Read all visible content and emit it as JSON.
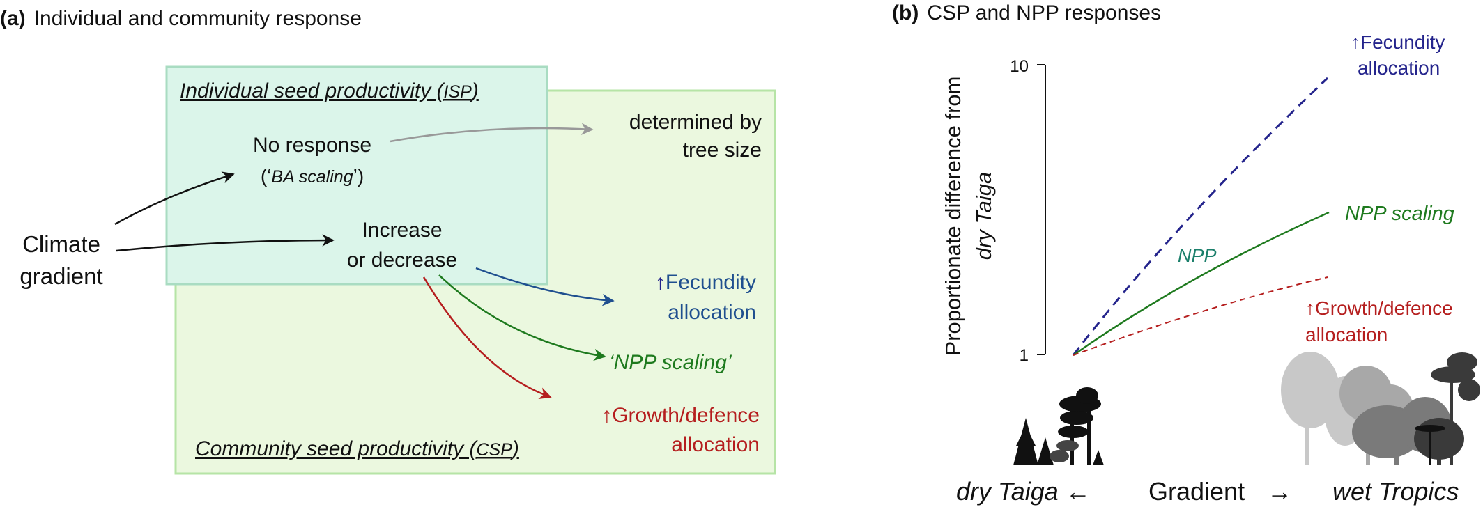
{
  "panel_a": {
    "letter": "(a)",
    "title": "Individual and community response",
    "isp_title": "Individual seed productivity (",
    "isp_abbr": "ISP",
    "isp_close": ")",
    "csp_title": "Community seed productivity (",
    "csp_abbr": "CSP",
    "csp_close": ")",
    "climate_line1": "Climate",
    "climate_line2": "gradient",
    "no_response": "No response",
    "ba_open": "(‘",
    "ba_scaling": "BA scaling",
    "ba_close": "’)",
    "increase_line1": "Increase",
    "increase_line2": "or decrease",
    "determined_line1": "determined by",
    "determined_line2": "tree size",
    "fec_arrow": "↑",
    "fec_line1": "Fecundity",
    "fec_line2": "allocation",
    "npp_label": "‘NPP scaling’",
    "growth_arrow": "↑",
    "growth_line1": "Growth/defence",
    "growth_line2": "allocation"
  },
  "panel_b": {
    "letter": "(b)",
    "title": "CSP and NPP responses",
    "ylabel_line1": "Proportionate difference from",
    "ylabel_line2": "dry Taiga",
    "tick_10": "10",
    "tick_1": "1",
    "fec_arrow": "↑",
    "fec_line1": "Fecundity",
    "fec_line2": "allocation",
    "npp_scaling": "NPP scaling",
    "npp_curve_label": "NPP",
    "growth_arrow": "↑",
    "growth_line1": "Growth/defence",
    "growth_line2": "allocation",
    "x_left": "dry Taiga ←",
    "x_mid": "Gradient",
    "x_arrow": "→",
    "x_right": "wet Tropics"
  },
  "colors": {
    "isp_fill": "#dbf5ea",
    "isp_border": "#a9dcc2",
    "csp_fill": "#ebf8df",
    "csp_border": "#b6e4a6",
    "blue": "#1f4f8f",
    "navy": "#24248c",
    "green": "#1e7a1e",
    "red": "#b51e1e",
    "teal": "#1b7f6b",
    "gray": "#999999"
  }
}
